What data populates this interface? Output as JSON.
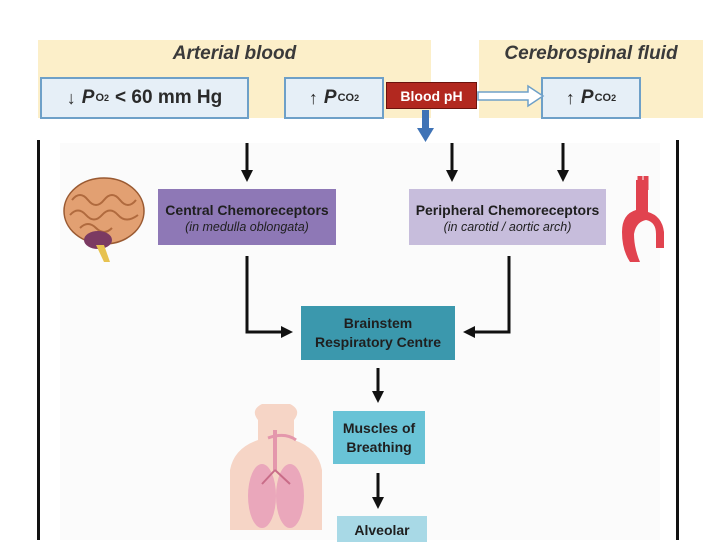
{
  "header": {
    "arterial_title": "Arterial blood",
    "csf_title": "Cerebrospinal fluid",
    "po2_arrow": "↓",
    "po2_symbol": "P",
    "po2_sub": "O",
    "po2_sub2": "2",
    "po2_value": "< 60 mm Hg",
    "pco2_arrow": "↑",
    "pco2_symbol": "P",
    "pco2_sub": "CO",
    "pco2_sub2": "2",
    "csf_pco2_arrow": "↑",
    "csf_pco2_symbol": "P",
    "csf_pco2_sub": "CO",
    "csf_pco2_sub2": "2",
    "blood_ph": "Blood pH"
  },
  "nodes": {
    "central_title": "Central Chemoreceptors",
    "central_sub": "(in medulla oblongata)",
    "peripheral_title": "Peripheral Chemoreceptors",
    "peripheral_sub": "(in carotid / aortic arch)",
    "brainstem_line1": "Brainstem",
    "brainstem_line2": "Respiratory Centre",
    "muscles_line1": "Muscles of",
    "muscles_line2": "Breathing",
    "alveolar": "Alveolar"
  },
  "colors": {
    "header_band": "#fcefc9",
    "header_box_border": "#6ea0c8",
    "blood_ph": "#b2281f",
    "central": "#8e78b6",
    "peripheral": "#c7bddc",
    "brainstem": "#3b98ad",
    "muscles": "#69c3d6",
    "alveolar": "#a8d9e6"
  },
  "icons": [
    "brain-icon",
    "aortic-arch-icon",
    "lungs-torso-icon"
  ]
}
